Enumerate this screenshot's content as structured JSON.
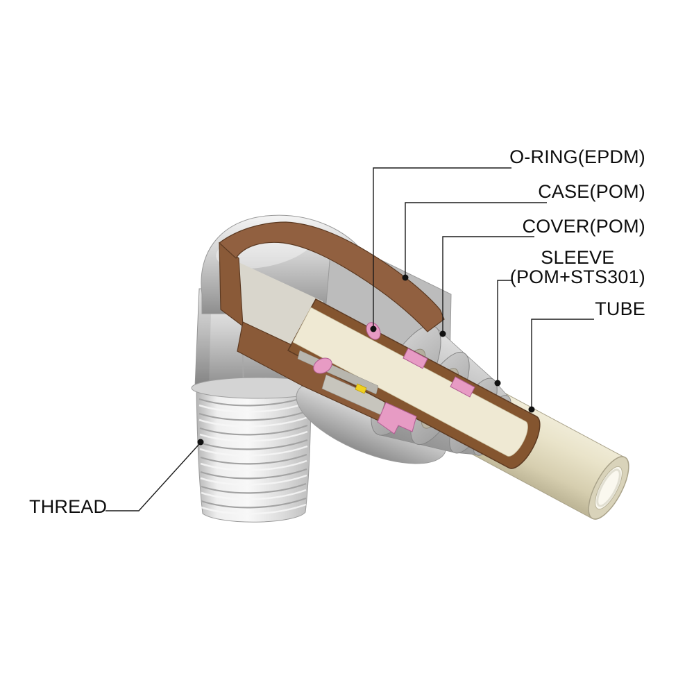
{
  "diagram": {
    "type": "cutaway-technical-illustration",
    "subject": "push-to-connect pneumatic elbow fitting cross-section",
    "labels": {
      "o_ring": "O-RING(EPDM)",
      "case": "CASE(POM)",
      "cover": "COVER(POM)",
      "sleeve_line1": "SLEEVE",
      "sleeve_line2": "(POM+STS301)",
      "tube": "TUBE",
      "thread": "THREAD"
    },
    "colors": {
      "cut_face_brown": "#8a5a38",
      "seal_pink": "#e79bc4",
      "tube_cream": "#e9e3c9",
      "metal_gray": "#c6c6c6",
      "leader_black": "#1a1a1a",
      "background": "#ffffff"
    }
  }
}
